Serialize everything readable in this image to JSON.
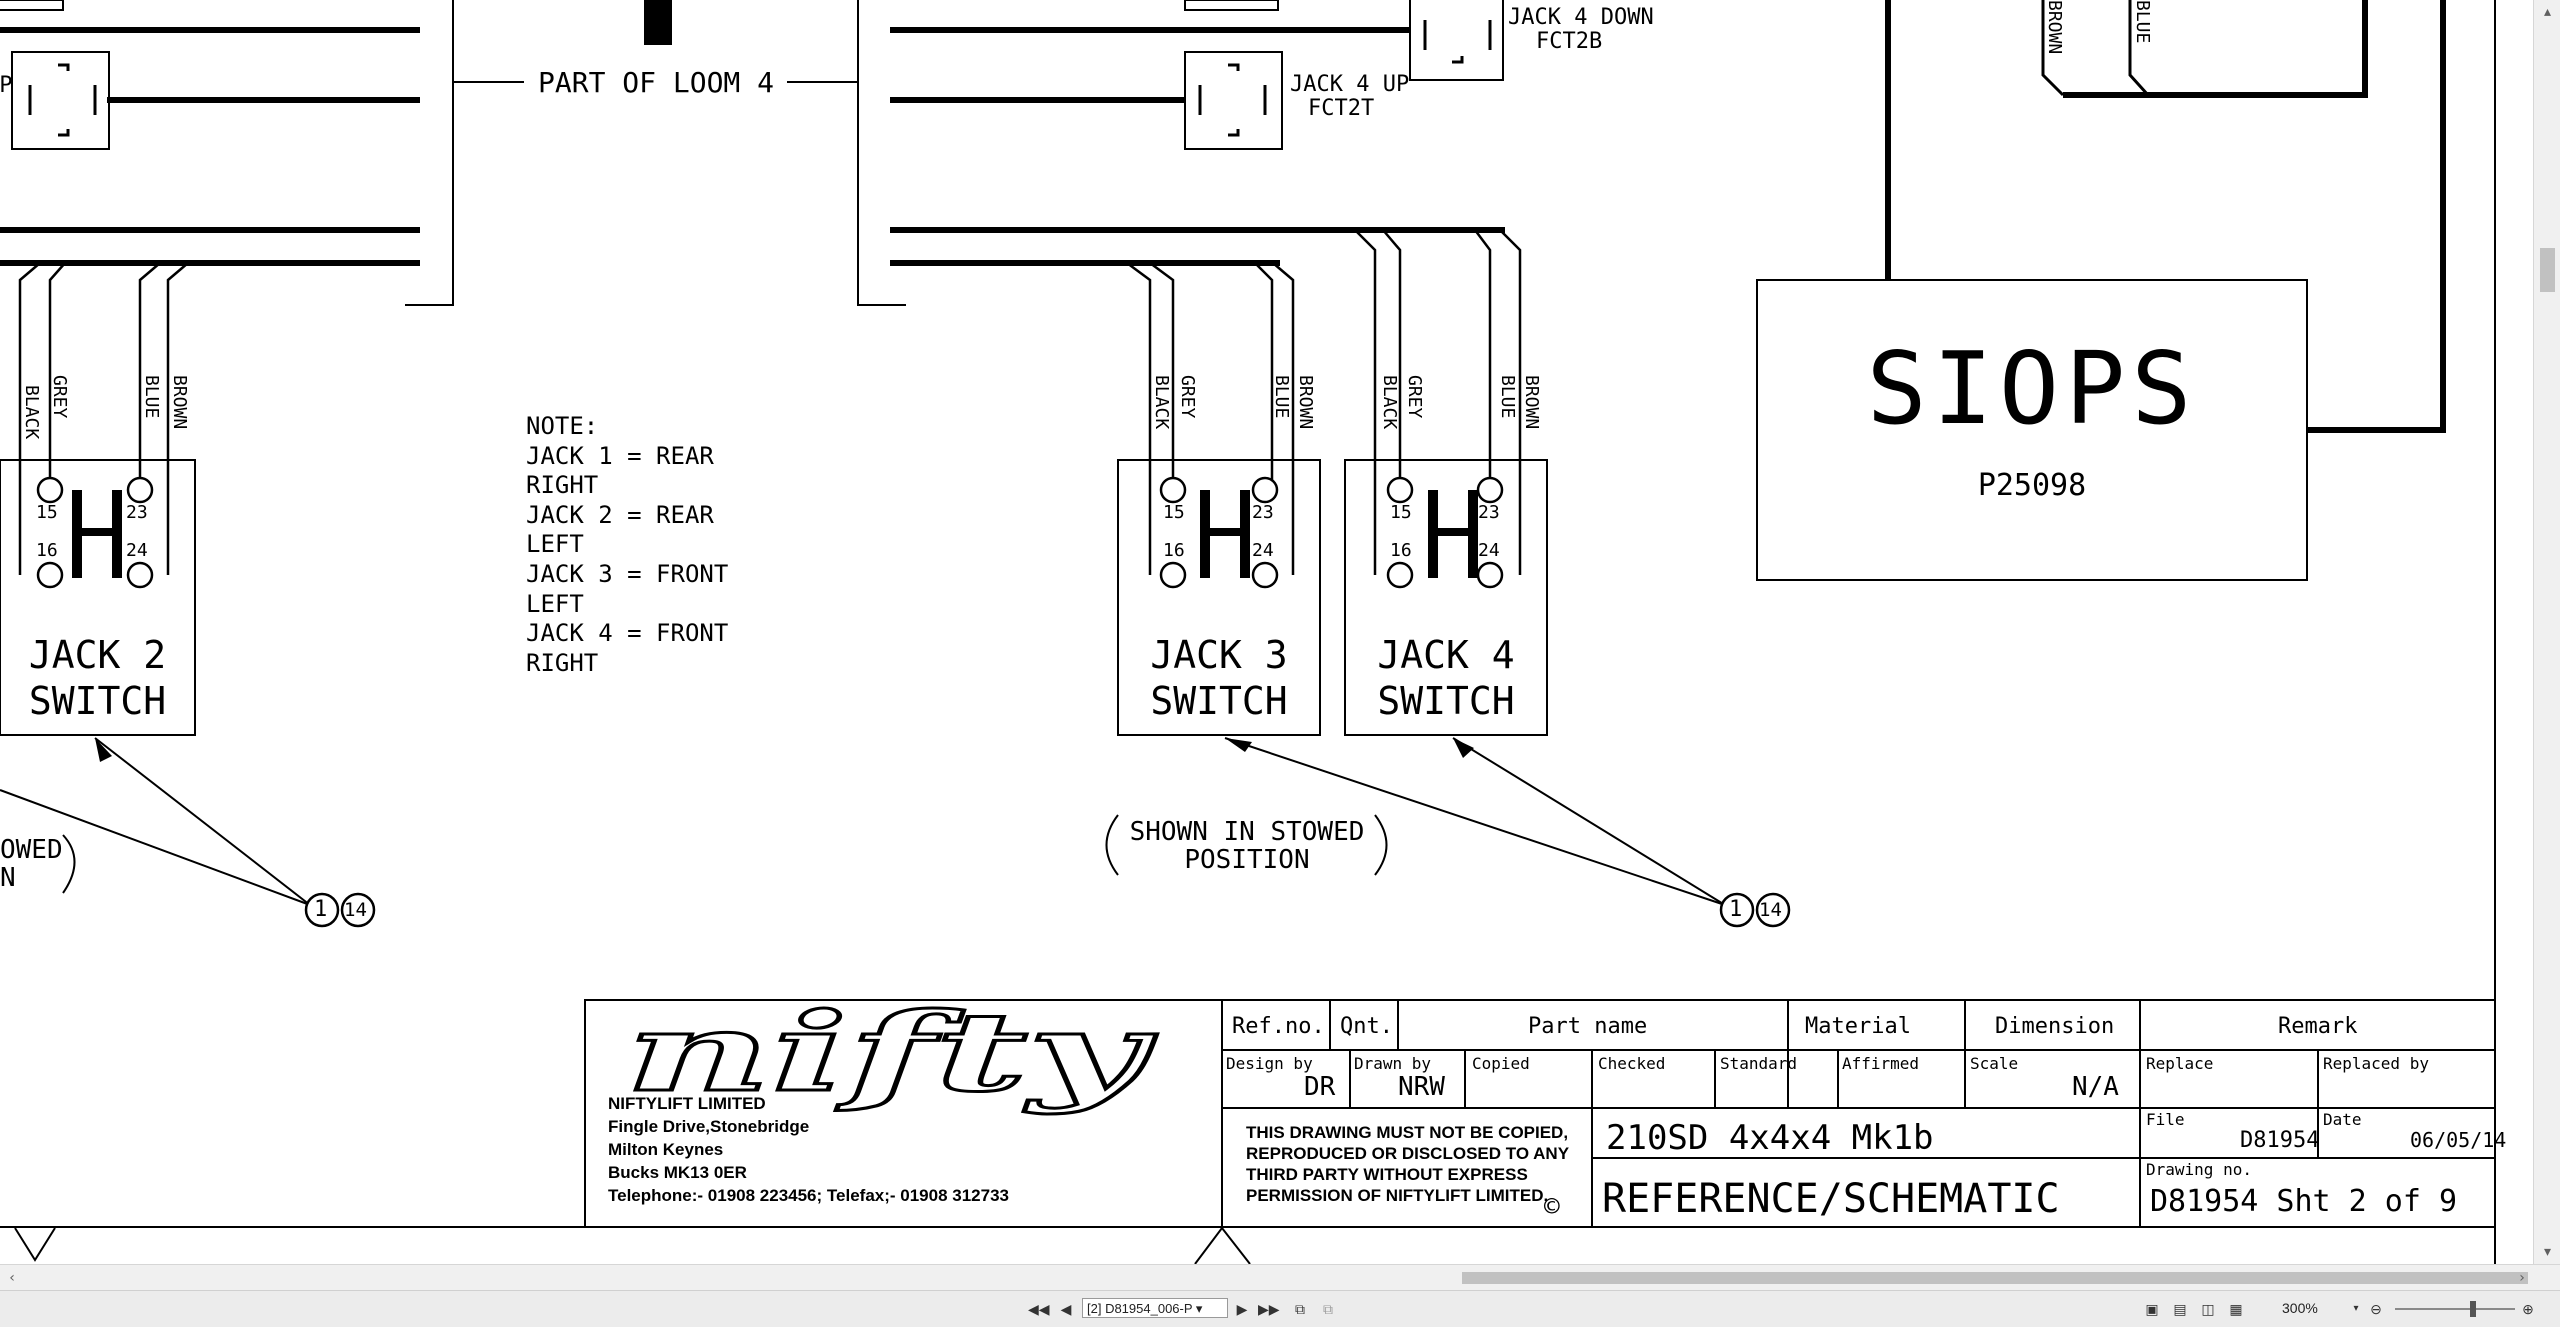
{
  "drawing": {
    "loom_label": "PART OF LOOM 4",
    "jack4_down": {
      "name": "JACK 4 DOWN",
      "code": "FCT2B"
    },
    "jack4_up": {
      "name": "JACK 4 UP",
      "code": "FCT2T"
    },
    "jack_partial_up": "UP",
    "wire_colors": {
      "black": "BLACK",
      "grey": "GREY",
      "blue": "BLUE",
      "brown": "BROWN"
    },
    "pins": {
      "p15": "15",
      "p16": "16",
      "p23": "23",
      "p24": "24"
    },
    "switches": [
      {
        "line1": "JACK 2",
        "line2": "SWITCH"
      },
      {
        "line1": "JACK 3",
        "line2": "SWITCH"
      },
      {
        "line1": "JACK 4",
        "line2": "SWITCH"
      }
    ],
    "note": [
      "NOTE:",
      "JACK 1 = REAR",
      "RIGHT",
      "JACK 2 = REAR",
      "LEFT",
      "JACK 3 = FRONT",
      "LEFT",
      "JACK 4 = FRONT",
      "RIGHT"
    ],
    "stowed": {
      "line1": "SHOWN IN STOWED",
      "line2": "POSITION"
    },
    "stowed_partial": {
      "line1": "OWED",
      "line2": "N"
    },
    "balloon_a": "1",
    "balloon_b": "14",
    "siops": {
      "title": "SIOPS",
      "part": "P25098"
    }
  },
  "title_block": {
    "logo_text": "nifty",
    "company": [
      "NIFTYLIFT LIMITED",
      "Fingle Drive,Stonebridge",
      "Milton Keynes",
      "Bucks MK13 0ER",
      "Telephone:- 01908 223456; Telefax;- 01908 312733"
    ],
    "headers": {
      "ref_no": "Ref.no.",
      "qnt": "Qnt.",
      "part_name": "Part name",
      "material": "Material",
      "dimension": "Dimension",
      "remark": "Remark"
    },
    "labels": {
      "design_by": "Design by",
      "drawn_by": "Drawn by",
      "copied": "Copied",
      "checked": "Checked",
      "standard": "Standard",
      "affirmed": "Affirmed",
      "scale": "Scale",
      "replace": "Replace",
      "replaced_by": "Replaced by",
      "file": "File",
      "date": "Date",
      "drawing_no": "Drawing no."
    },
    "values": {
      "design_by": "DR",
      "drawn_by": "NRW",
      "scale": "N/A",
      "file": "D81954",
      "date": "06/05/14",
      "drawing_no": "D81954 Sht 2 of 9"
    },
    "copy_notice": [
      "THIS DRAWING MUST NOT BE COPIED,",
      "REPRODUCED OR DISCLOSED TO ANY",
      "THIRD PARTY WITHOUT EXPRESS",
      "PERMISSION OF NIFTYLIFT LIMITED."
    ],
    "copyright_symbol": "©",
    "title_line1": "210SD 4x4x4 Mk1b",
    "title_line2": "REFERENCE/SCHEMATIC"
  },
  "statusbar": {
    "layout_tab": "[2] D81954_006-P",
    "zoom": "300%"
  },
  "icons": [
    "first-page-icon",
    "prev-page-icon",
    "next-page-icon",
    "last-page-icon",
    "copy-layout-icon",
    "page-view-icon",
    "zoom-out-icon",
    "zoom-in-icon"
  ]
}
